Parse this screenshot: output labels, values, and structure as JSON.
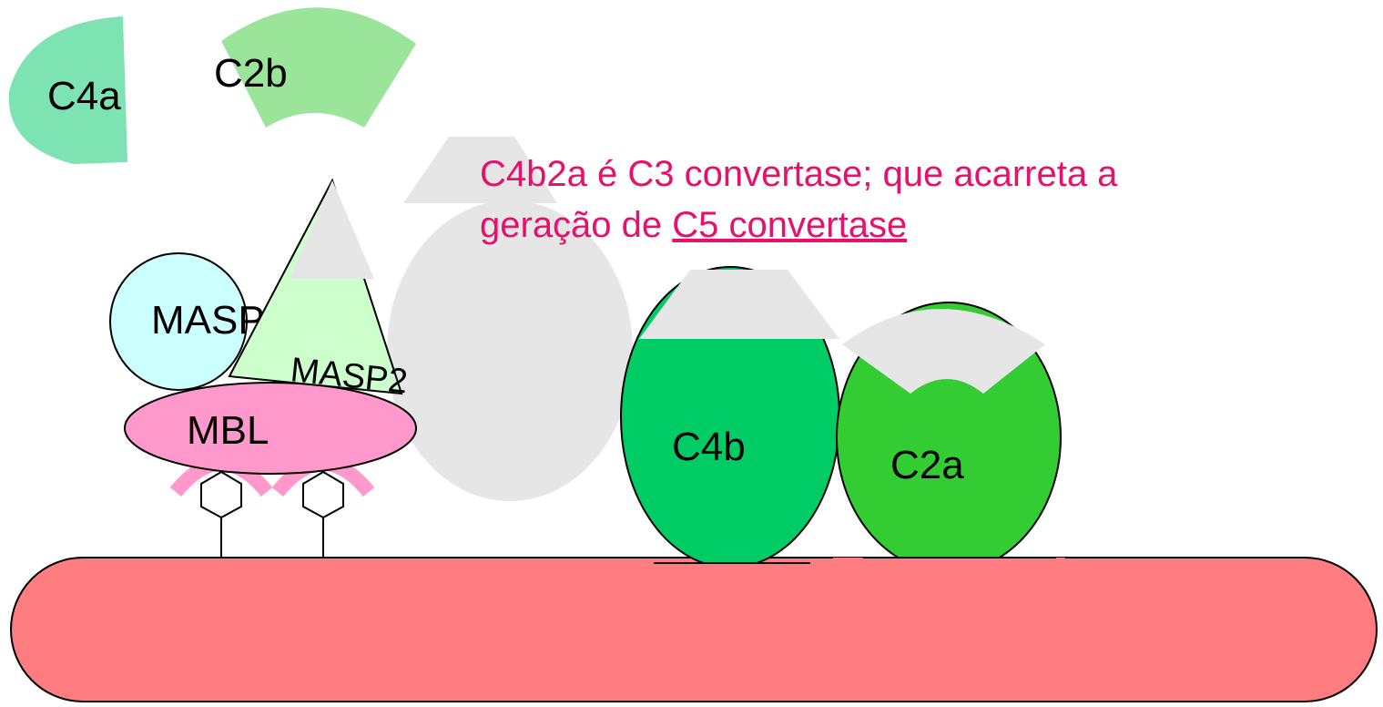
{
  "labels": {
    "c4a": "C4a",
    "c2b": "C2b",
    "masp1": "MASP",
    "masp2": "MASP2",
    "mbl": "MBL",
    "c4b": "C4b",
    "c2a": "C2a"
  },
  "caption": {
    "line1": "C4b2a é C3 convertase; que acarreta a",
    "line2_prefix": "geração de",
    "line2_link": "C5 convertase"
  },
  "colors": {
    "caption": "#E8106A",
    "c4a": "#7EE3B3",
    "c2b": "#9AE59A",
    "masp1": "#CCFFFF",
    "masp2": "#CCFFCC",
    "mbl": "#FF99CC",
    "c4b": "#00CC66",
    "c2a": "#33CC33",
    "cell": "#FF7C80",
    "ghost": "#E6E6E6"
  }
}
